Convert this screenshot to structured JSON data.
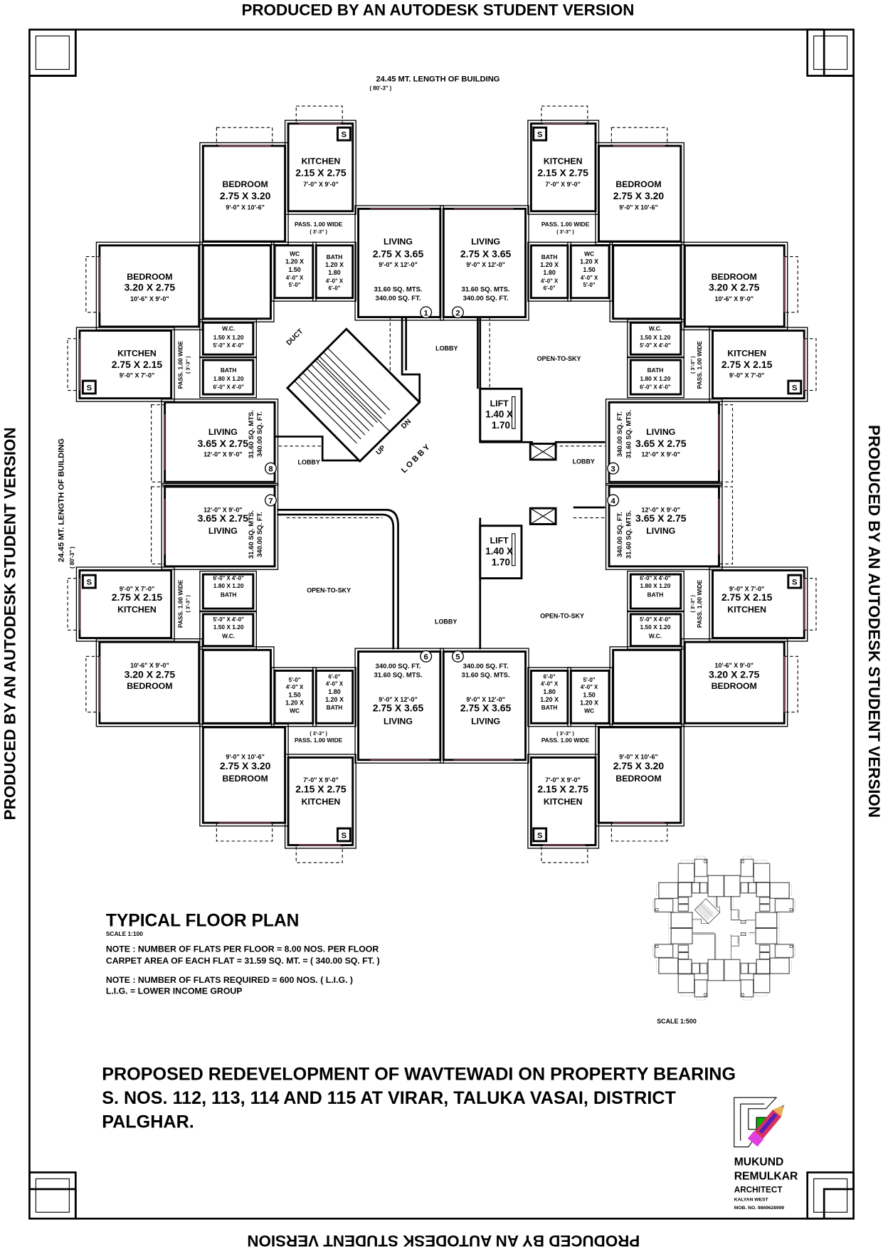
{
  "watermark": "PRODUCED BY AN AUTODESK STUDENT VERSION",
  "dimensions": {
    "top_length": "24.45 MT. LENGTH OF BUILDING",
    "top_length_ft": "( 80'-3\" )",
    "side_length": "24.45 MT. LENGTH OF BUILDING",
    "side_length_ft": "( 80'-3\" )"
  },
  "unit_a": {
    "bedroom": {
      "name": "BEDROOM",
      "size": "2.75 X 3.20",
      "ft": "9'-0\" X 10'-6\""
    },
    "kitchen": {
      "name": "KITCHEN",
      "size": "2.15 X 2.75",
      "ft": "7'-0\" X 9'-0\""
    },
    "pass": {
      "name": "PASS. 1.00 WIDE",
      "ft": "( 3'-3\" )"
    },
    "wc": {
      "name": "WC",
      "size1": "1.20 X",
      "size2": "1.50",
      "ft1": "4'-0\" X",
      "ft2": "5'-0\""
    },
    "bath": {
      "name": "BATH",
      "size1": "1.20 X",
      "size2": "1.80",
      "ft1": "4'-0\" X",
      "ft2": "6'-0\""
    },
    "living": {
      "name": "LIVING",
      "size": "2.75 X 3.65",
      "ft": "9'-0\" X 12'-0\"",
      "area_m": "31.60 SQ. MTS.",
      "area_ft": "340.00 SQ. FT."
    },
    "store": "S"
  },
  "unit_b": {
    "bedroom": {
      "name": "BEDROOM",
      "size": "3.20 X 2.75",
      "ft": "10'-6\" X 9'-0\""
    },
    "kitchen": {
      "name": "KITCHEN",
      "size": "2.75 X 2.15",
      "ft": "9'-0\" X 7'-0\""
    },
    "pass": {
      "name": "PASS. 1.00 WIDE",
      "ft": "( 3'-3\" )"
    },
    "wc": {
      "name": "W.C.",
      "size": "1.50 X 1.20",
      "ft": "5'-0\" X 4'-0\""
    },
    "bath": {
      "name": "BATH",
      "size": "1.80 X 1.20",
      "ft": "6'-0\" X 4'-0\""
    },
    "living": {
      "name": "LIVING",
      "size": "3.65 X 2.75",
      "ft": "12'-0\" X 9'-0\"",
      "area_m": "31.60 SQ. MTS.",
      "area_ft": "340.00 SQ. FT."
    },
    "store": "S"
  },
  "flat_numbers": [
    "1",
    "2",
    "3",
    "4",
    "5",
    "6",
    "7",
    "8"
  ],
  "common": {
    "lobby": "LOBBY",
    "lobby_diagonal": "L O B B Y",
    "open_to_sky": "OPEN-TO-SKY",
    "duct": "DUCT",
    "up": "UP",
    "dn": "DN",
    "lift": {
      "name": "LIFT",
      "size1": "1.40 X",
      "size2": "1.70"
    }
  },
  "title_block": {
    "title": "TYPICAL FLOOR PLAN",
    "scale": "SCALE 1:100",
    "note1": "NOTE : NUMBER OF FLATS PER FLOOR = 8.00 NOS. PER FLOOR",
    "note2": "CARPET AREA OF EACH FLAT = 31.59 SQ. MT. = ( 340.00 SQ. FT. )",
    "note3": "NOTE : NUMBER OF FLATS REQUIRED = 600 NOS. ( L.I.G. )",
    "note4": "L.I.G. = LOWER INCOME GROUP",
    "note4_color": "#e00000"
  },
  "key_plan": {
    "scale": "SCALE 1:500"
  },
  "project": {
    "line1": "PROPOSED REDEVELOPMENT OF WAVTEWADI ON PROPERTY BEARING",
    "line2": "S. NOS. 112, 113, 114 AND 115 AT VIRAR, TALUKA VASAI, DISTRICT",
    "line3": "PALGHAR."
  },
  "architect": {
    "name1": "MUKUND",
    "name2": "REMULKAR",
    "title": "ARCHITECT",
    "location": "KALYAN WEST",
    "mobile": "MOB. NO. 9869628999",
    "logo_color": "#00b000"
  }
}
